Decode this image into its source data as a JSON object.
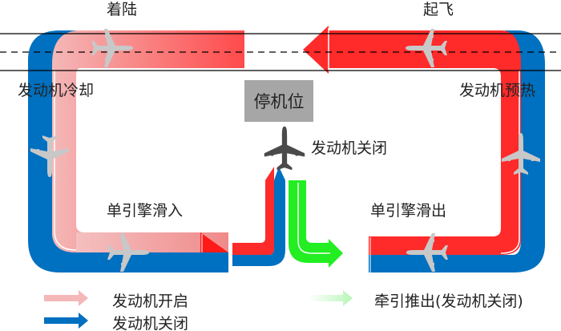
{
  "labels": {
    "landing": "着陆",
    "takeoff": "起飞",
    "engine_cooldown": "发动机冷却",
    "engine_warmup": "发动机预热",
    "parking_stand": "停机位",
    "engine_off_at_stand": "发动机关闭",
    "single_engine_taxi_in": "单引擎滑入",
    "single_engine_taxi_out": "单引擎滑出"
  },
  "legend": [
    {
      "label": "发动机开启",
      "color": "#f4b8b8"
    },
    {
      "label": "发动机关闭",
      "color": "#0070c0"
    },
    {
      "label": "牵引推出(发动机关闭)",
      "color": "#ccffcc"
    }
  ],
  "colors": {
    "red": "#ff2a2a",
    "pink": "#f4b8b8",
    "blue": "#0070c0",
    "green": "#22ee22",
    "stand": "#a6a6a6",
    "plane": "#c8c8c8",
    "plane_dark": "#4a4a4a"
  }
}
